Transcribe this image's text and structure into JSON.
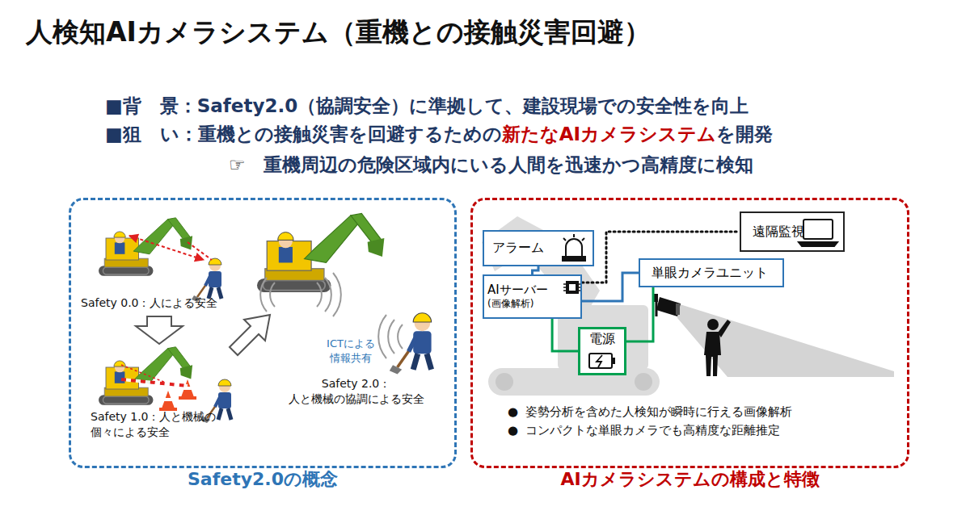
{
  "diagram": {
    "title": "人検知AIカメラシステム（重機との接触災害回避）",
    "nodes": [
      {
        "text": [
          "Safety2.0の概念"
        ]
      },
      {
        "text": [
          "AIカメラシステムの構成と特徴"
        ]
      },
      {
        "text": [
          "遠隔監視"
        ],
        "in": 1
      },
      {
        "text": [
          "アラーム"
        ],
        "in": 1
      },
      {
        "text": [
          "単眼カメラユニット"
        ],
        "in": 1
      },
      {
        "text": [
          "AIサーバー",
          "(画像解析)"
        ],
        "in": 1
      },
      {
        "text": [
          "電源"
        ],
        "in": 1
      }
    ],
    "edges": [
      {
        "from": 5,
        "to": 3,
        "arrow": "none"
      },
      {
        "from": 5,
        "to": 2,
        "arrow": "none"
      },
      {
        "from": 5,
        "to": 4,
        "arrow": "none"
      },
      {
        "from": 6,
        "to": 5,
        "arrow": "none"
      },
      {
        "from": 6,
        "to": 4,
        "arrow": "none"
      }
    ],
    "labels": [
      "■背　景：",
      "Safety2.0（協調安全）に準拠して、建設現場での安全性を向上",
      "■狙　い：",
      "重機との接触災害を回避するための",
      "新たなAIカメラシステム",
      "を開発",
      "☞",
      "重機周辺の危険区域内にいる人間を迅速かつ高精度に検知",
      "Safety 0.0：人による安全",
      "Safety 1.0：人と機械の 個々による安全",
      "ICTによる 情報共有",
      "Safety 2.0： 人と機械の協調による安全",
      "●",
      "姿勢分析を含めた人検知が瞬時に行える画像解析",
      "●",
      "コンパクトな単眼カメラでも高精度な距離推定"
    ]
  }
}
